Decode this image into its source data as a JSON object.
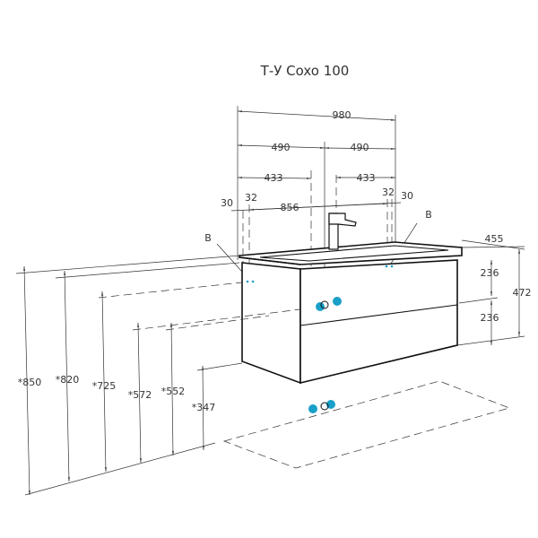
{
  "title": "Т-У Coxo 100",
  "colors": {
    "outlet": "#1aa0c8",
    "line": "#333333"
  },
  "dimensions": {
    "width_total": "980",
    "half_left": "490",
    "half_right": "490",
    "offset_left": "433",
    "offset_right": "433",
    "inner_width": "856",
    "edge_left": "30",
    "edge_left_inner": "32",
    "edge_right_inner": "32",
    "edge_right": "30",
    "depth": "455",
    "drawer_top": "236",
    "drawer_bottom": "236",
    "height_total": "472"
  },
  "heights": [
    "*850",
    "*820",
    "*725",
    "*572",
    "*552",
    "*347"
  ],
  "markers": {
    "left": "B",
    "right": "B"
  }
}
